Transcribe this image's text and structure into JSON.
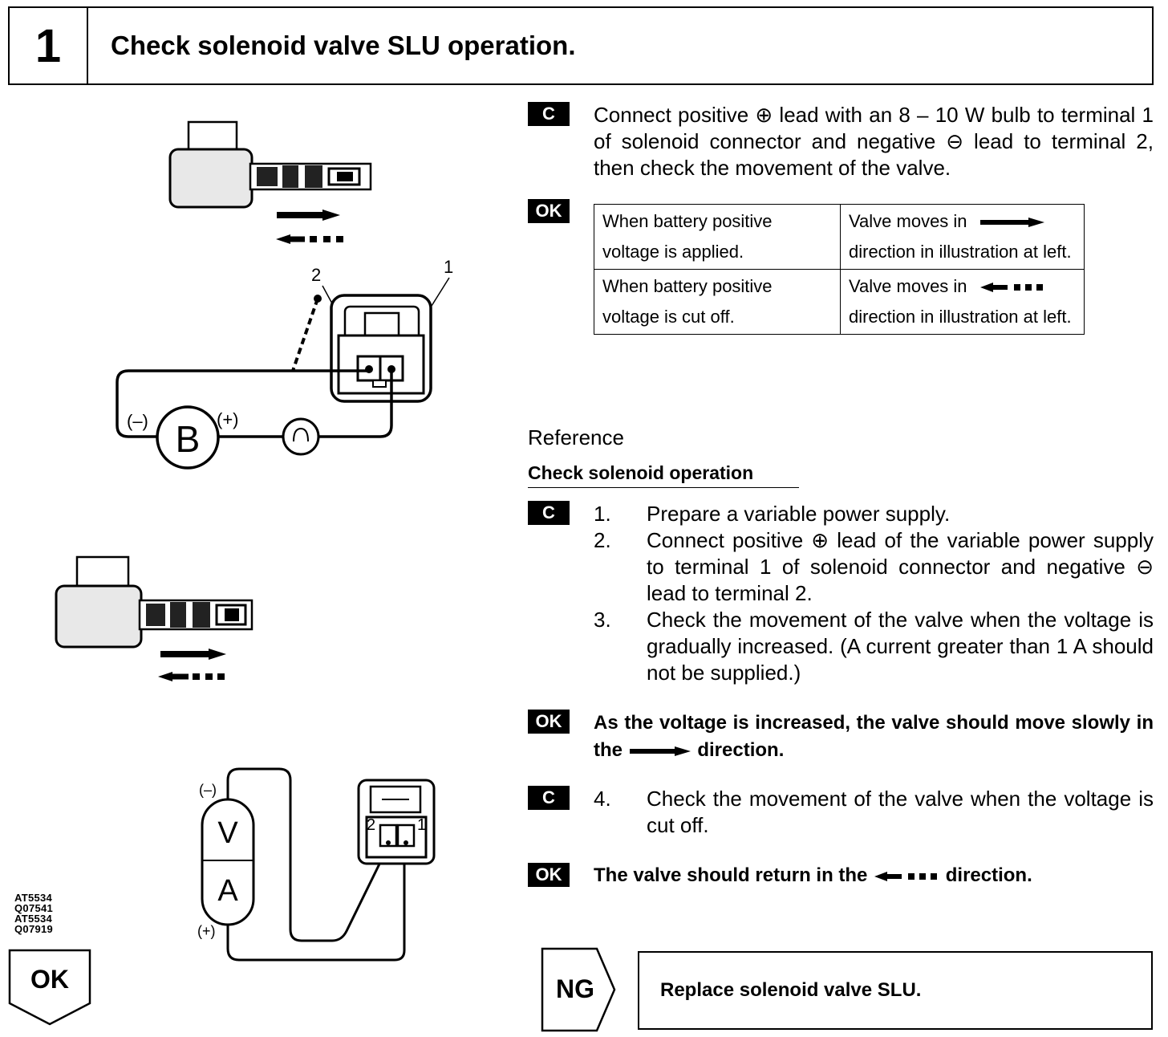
{
  "header": {
    "step_number": "1",
    "title": "Check solenoid valve SLU operation."
  },
  "tags": {
    "c": "C",
    "ok": "OK"
  },
  "step1": {
    "text": "Connect positive ⊕ lead with an 8 – 10 W bulb to terminal 1 of solenoid connector and negative ⊖ lead to terminal 2, then check the movement of the valve."
  },
  "result_table": {
    "rows": [
      {
        "condition": "When battery positive voltage is applied.",
        "result_a": "Valve moves in",
        "result_b": "direction in illustration at left."
      },
      {
        "condition": "When battery positive voltage is cut off.",
        "result_a": "Valve moves in",
        "result_b": "direction in illustration at left."
      }
    ]
  },
  "reference": {
    "label": "Reference",
    "subtitle": "Check solenoid operation",
    "steps": [
      {
        "num": "1.",
        "text": "Prepare a variable power supply."
      },
      {
        "num": "2.",
        "text": "Connect positive ⊕ lead of the variable power supply to terminal 1 of solenoid connector and negative ⊖ lead to terminal 2."
      },
      {
        "num": "3.",
        "text": "Check the movement of the valve when the voltage is gradually increased. (A current greater than 1 A should not be supplied.)"
      }
    ],
    "ok1": {
      "before": "As the voltage is increased, the valve should move slowly in the",
      "after": "direction."
    },
    "step4": {
      "num": "4.",
      "text": "Check the movement of the valve when the voltage is cut off."
    },
    "ok2": {
      "before": "The valve should return in the",
      "after": "direction."
    }
  },
  "diagram1": {
    "terminal_2": "2",
    "terminal_1": "1",
    "battery": "B",
    "neg": "(–)",
    "pos": "(+)"
  },
  "diagram2": {
    "volt": "V",
    "amp": "A",
    "neg": "(–)",
    "pos": "(+)",
    "terminal_2": "2",
    "terminal_1": "1"
  },
  "figure_codes": [
    "AT5534",
    "Q07541",
    "AT5534",
    "Q07919"
  ],
  "footer": {
    "ok_label": "OK",
    "ng_label": "NG",
    "ng_action": "Replace solenoid valve SLU."
  }
}
